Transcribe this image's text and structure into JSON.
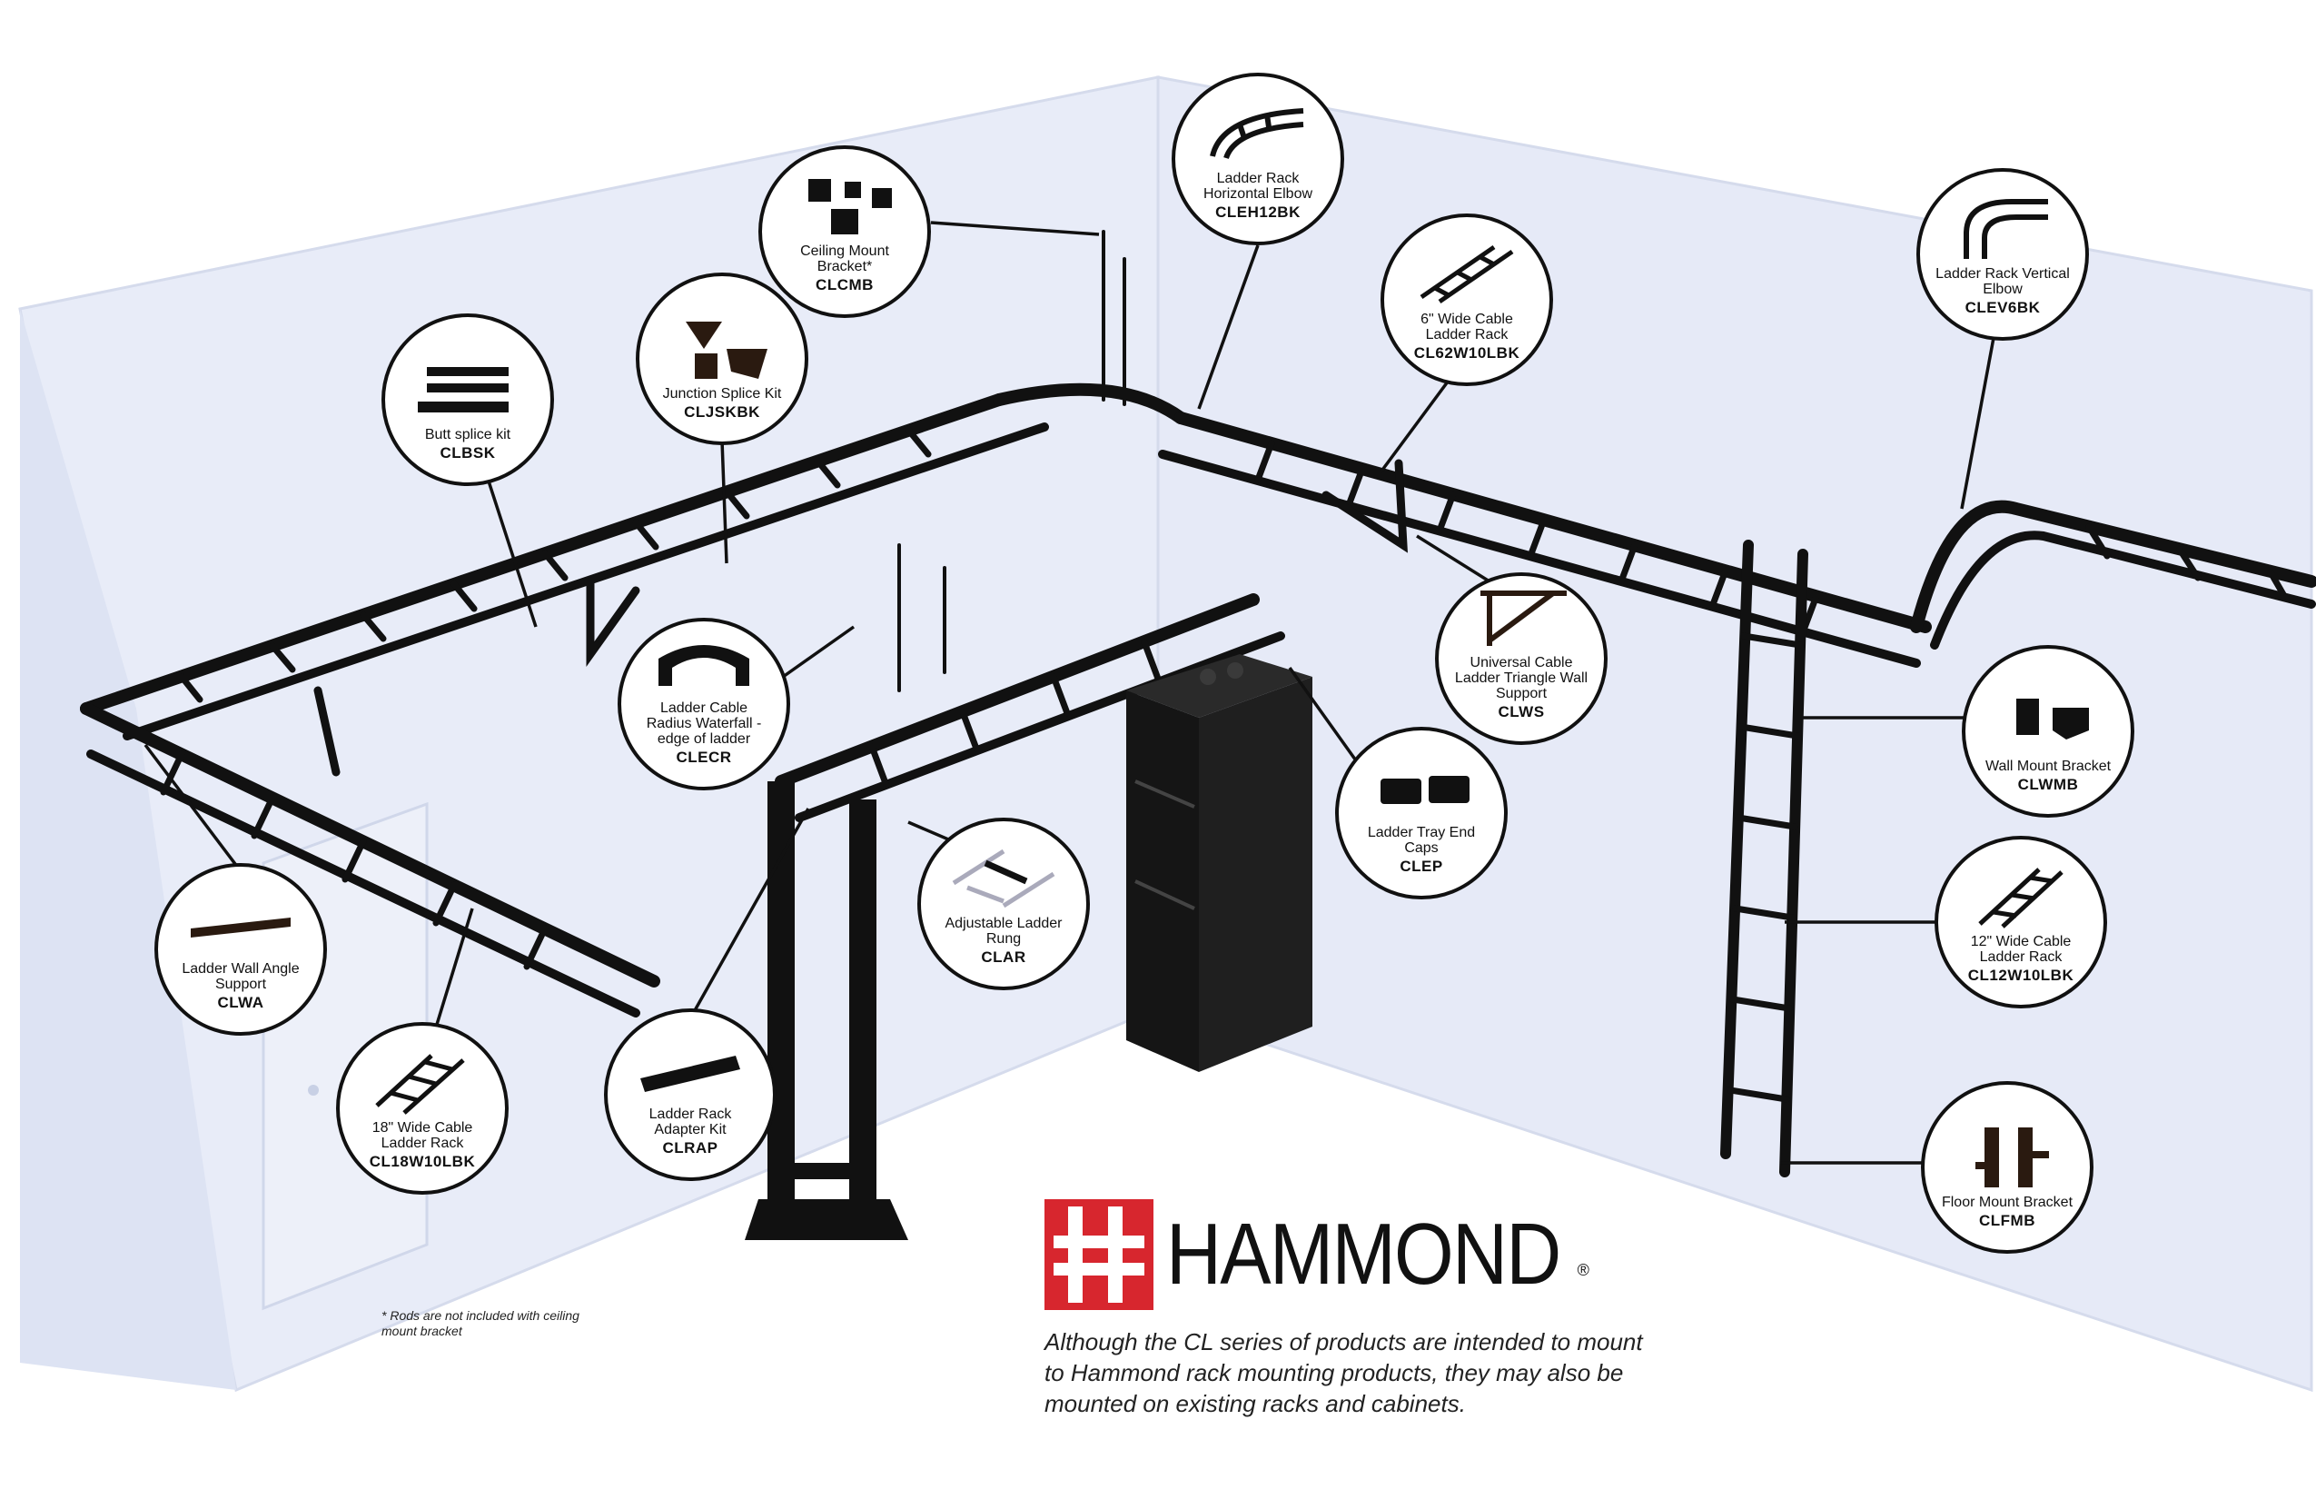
{
  "callouts": [
    {
      "id": "clcmb",
      "label": "Ceiling Mount Bracket*",
      "code": "CLCMB"
    },
    {
      "id": "clbsk",
      "label": "Butt splice kit",
      "code": "CLBSK"
    },
    {
      "id": "cljskbk",
      "label": "Junction Splice Kit",
      "code": "CLJSKBK"
    },
    {
      "id": "cleh12bk",
      "label": "Ladder Rack Horizontal Elbow",
      "code": "CLEH12BK"
    },
    {
      "id": "cl62w10lbk",
      "label": "6\" Wide Cable Ladder Rack",
      "code": "CL62W10LBK"
    },
    {
      "id": "clev6bk",
      "label": "Ladder Rack Vertical Elbow",
      "code": "CLEV6BK"
    },
    {
      "id": "clecr",
      "label": "Ladder Cable Radius Waterfall - edge of ladder",
      "code": "CLECR"
    },
    {
      "id": "clws",
      "label": "Universal Cable Ladder Triangle Wall Support",
      "code": "CLWS"
    },
    {
      "id": "clwmb",
      "label": "Wall Mount Bracket",
      "code": "CLWMB"
    },
    {
      "id": "clep",
      "label": "Ladder Tray End Caps",
      "code": "CLEP"
    },
    {
      "id": "clwa",
      "label": "Ladder Wall Angle Support",
      "code": "CLWA"
    },
    {
      "id": "clar",
      "label": "Adjustable Ladder Rung",
      "code": "CLAR"
    },
    {
      "id": "cl12w10lbk",
      "label": "12\" Wide Cable Ladder Rack",
      "code": "CL12W10LBK"
    },
    {
      "id": "cl18w10lbk",
      "label": "18\" Wide Cable Ladder Rack",
      "code": "CL18W10LBK"
    },
    {
      "id": "clrap",
      "label": "Ladder Rack Adapter Kit",
      "code": "CLRAP"
    },
    {
      "id": "clfmb",
      "label": "Floor Mount Bracket",
      "code": "CLFMB"
    }
  ],
  "brand": {
    "name": "HAMMOND",
    "registered": "®",
    "accent": "#d7262e"
  },
  "tagline": "Although the CL series of products are intended to mount to Hammond rack mounting products, they may also be mounted on existing racks and cabinets.",
  "footnote": "* Rods are not included with ceiling mount bracket",
  "colors": {
    "wall": "#e9edf8",
    "wall_edge": "#d3d9ea",
    "floor": "#ffffff",
    "metal": "#111111"
  }
}
